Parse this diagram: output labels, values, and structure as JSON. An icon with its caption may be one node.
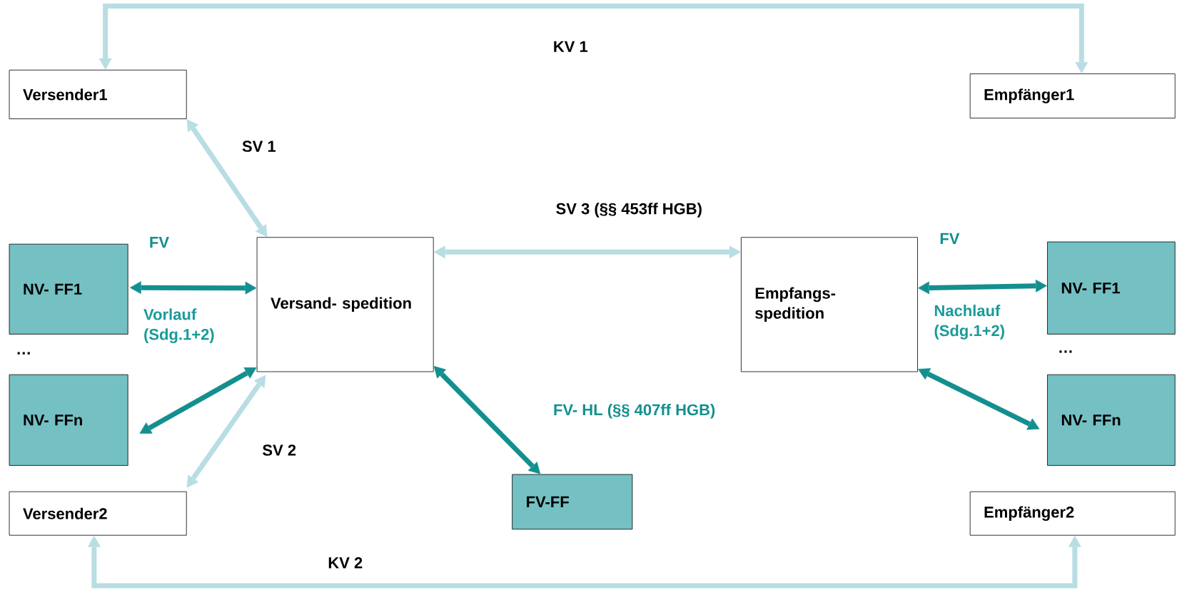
{
  "diagram": {
    "nodes": [
      {
        "text": [
          "Versender1"
        ]
      },
      {
        "text": [
          "Empfänger1"
        ]
      },
      {
        "text": [
          "NV- FF1"
        ]
      },
      {
        "text": [
          "Versand- spedition"
        ]
      },
      {
        "text": [
          "Empfangs- spedition"
        ]
      },
      {
        "text": [
          "NV- FF1"
        ]
      },
      {
        "text": [
          "NV- FFn"
        ]
      },
      {
        "text": [
          "NV- FFn"
        ]
      },
      {
        "text": [
          "Versender2"
        ]
      },
      {
        "text": [
          "FV-FF"
        ]
      },
      {
        "text": [
          "Empfänger2"
        ]
      }
    ],
    "edges": [
      {
        "from": 0,
        "to": 1,
        "arrow": "both",
        "label": "KV 1",
        "color": "#b8dde2"
      },
      {
        "from": 0,
        "to": 3,
        "arrow": "both",
        "label": "SV 1",
        "color": "#b8dde2"
      },
      {
        "from": 3,
        "to": 4,
        "arrow": "both",
        "label": "SV 3 (§§ 453ff HGB)",
        "color": "#b8dde2"
      },
      {
        "from": 2,
        "to": 3,
        "arrow": "both",
        "label": "FV",
        "color": "#148f8f"
      },
      {
        "from": 4,
        "to": 5,
        "arrow": "both",
        "label": "FV",
        "color": "#148f8f"
      },
      {
        "from": 6,
        "to": 3,
        "arrow": "both",
        "color": "#148f8f"
      },
      {
        "from": 8,
        "to": 3,
        "arrow": "both",
        "label": "SV 2",
        "color": "#b8dde2"
      },
      {
        "from": 3,
        "to": 9,
        "arrow": "both",
        "label": "FV- HL (§§ 407ff HGB)",
        "color": "#148f8f"
      },
      {
        "from": 4,
        "to": 7,
        "arrow": "both",
        "color": "#148f8f"
      },
      {
        "from": 8,
        "to": 10,
        "arrow": "both",
        "label": "KV 2",
        "color": "#b8dde2"
      }
    ],
    "labels": [
      "Vorlauf (Sdg.1+2)",
      "Nachlauf (Sdg.1+2)",
      "…",
      "…"
    ]
  }
}
